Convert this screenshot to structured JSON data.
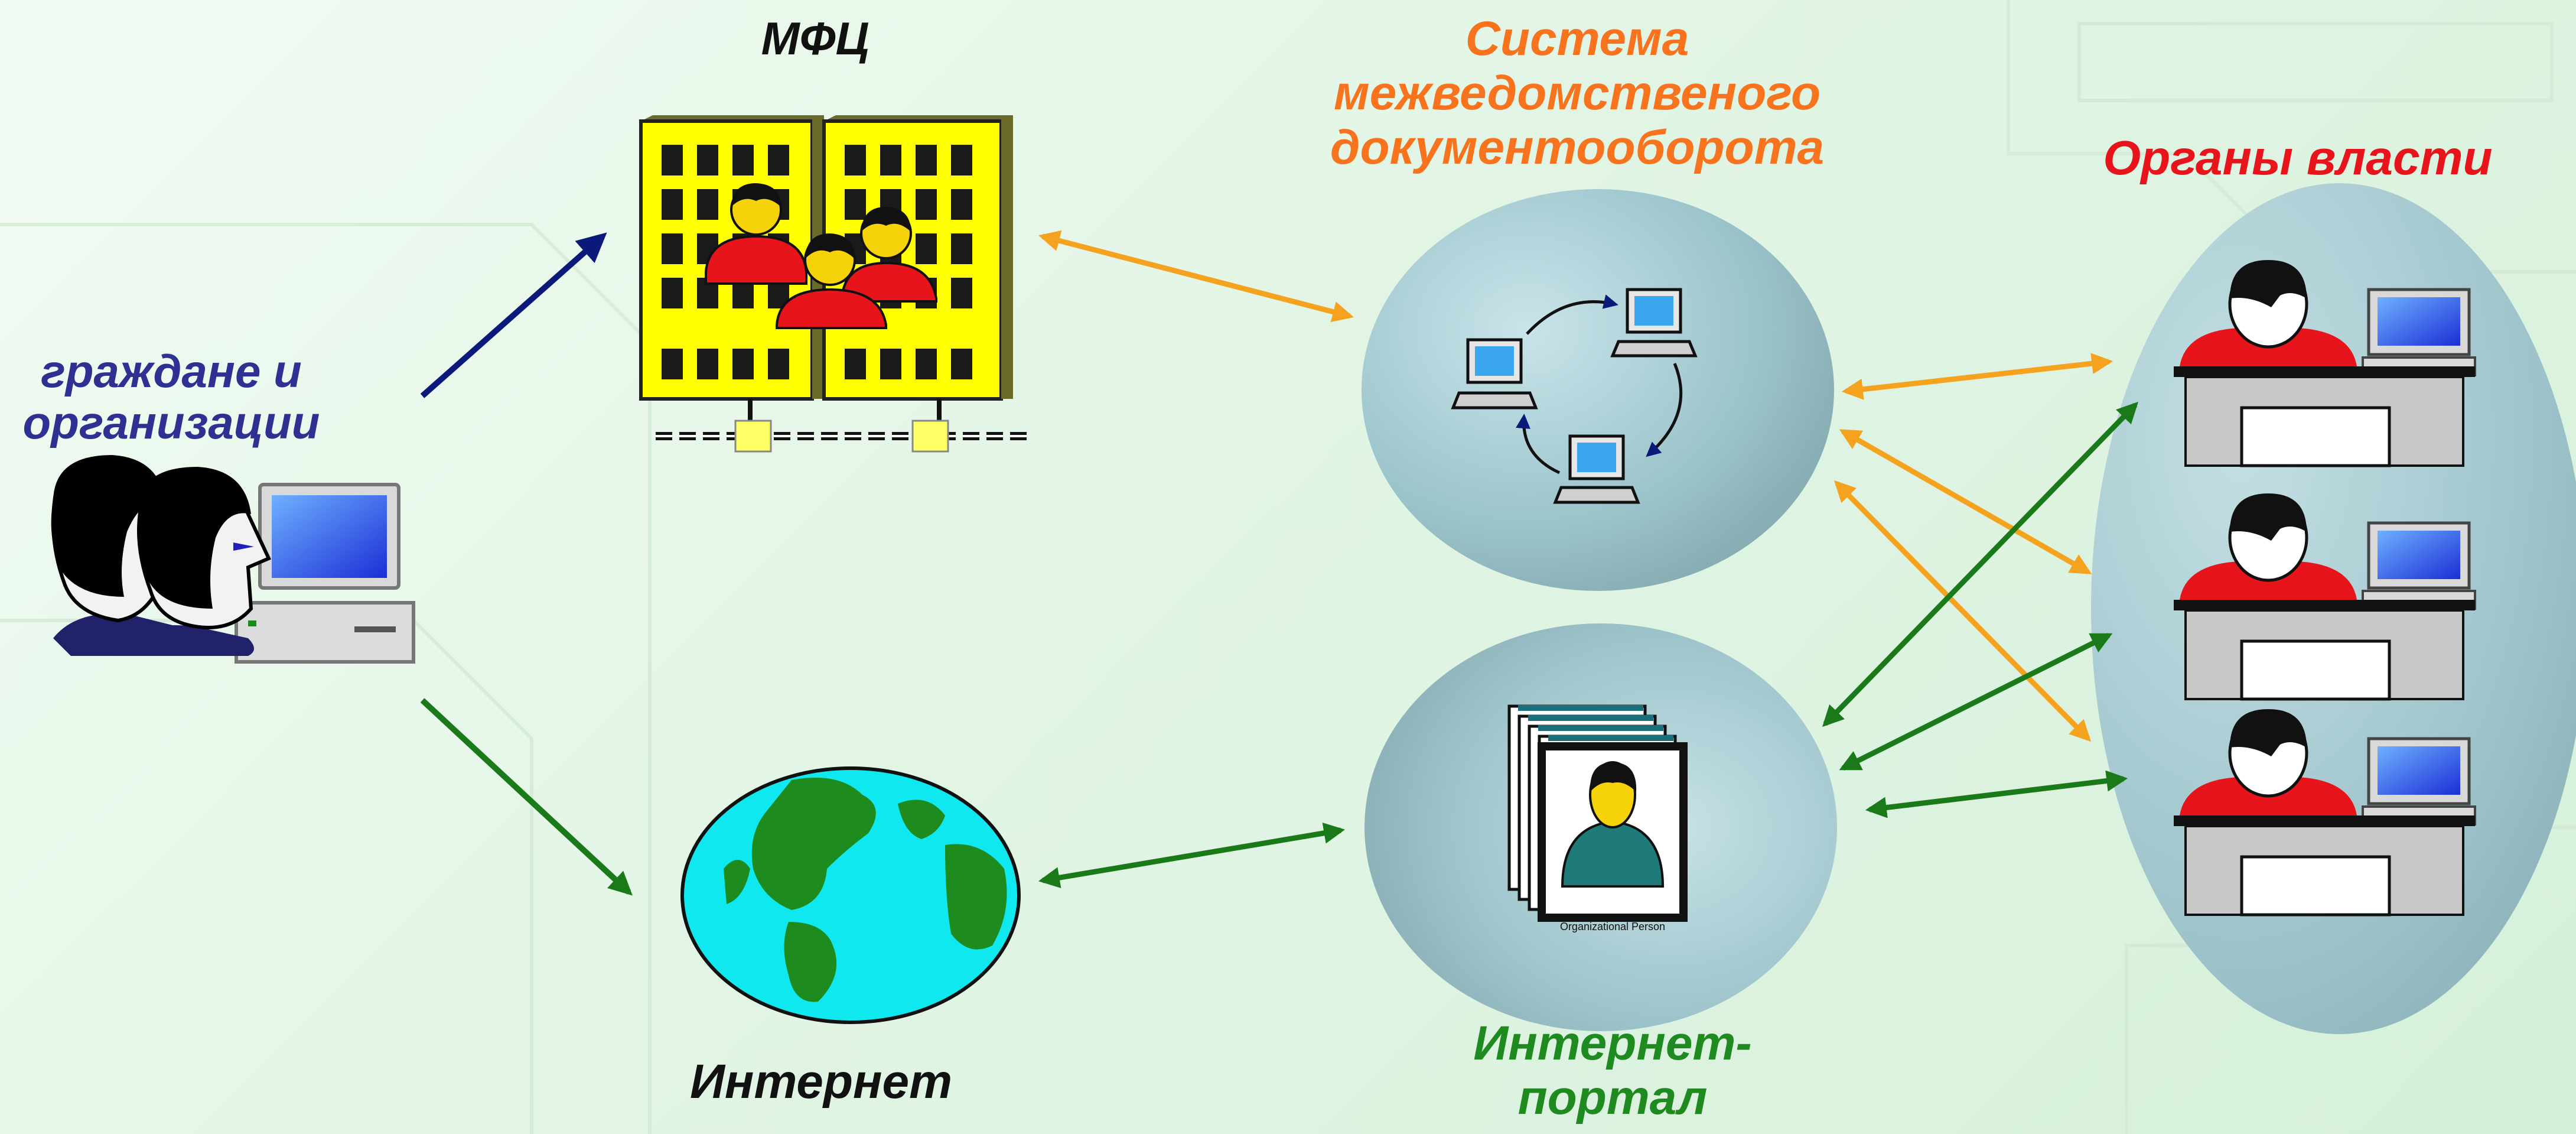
{
  "colors": {
    "citizens": "#2e3192",
    "mfc": "#111111",
    "smev": "#f7731e",
    "authorities": "#e8141c",
    "internet": "#111111",
    "portal": "#1f8a1f",
    "arrow_blue": "#0b1a7a",
    "arrow_orange": "#f5a21e",
    "arrow_green": "#1a7a1a"
  },
  "labels": {
    "citizens": [
      "граждане и",
      "организации"
    ],
    "mfc": "МФЦ",
    "smev": [
      "Система",
      "межведомственого",
      "документооборота"
    ],
    "authorities": "Органы власти",
    "internet": "Интернет",
    "portal": [
      "Интернет-",
      "портал"
    ],
    "org_person": "Organizational Person"
  },
  "icons": {
    "citizens": "users-at-computer-icon",
    "mfc": "office-buildings-with-people-icon",
    "smev": "networked-computers-cycle-icon",
    "internet": "globe-icon",
    "portal": "person-card-stack-icon",
    "authorities": "clerk-at-desk-icon"
  }
}
